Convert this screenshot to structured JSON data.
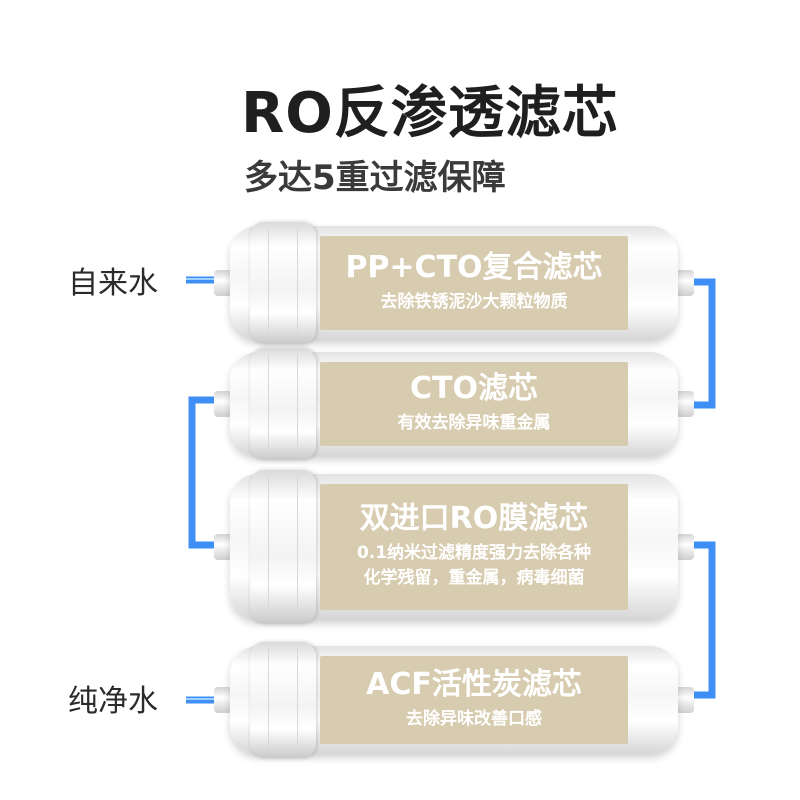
{
  "heading": {
    "title": "RO反渗透滤芯",
    "subtitle": "多达5重过滤保障"
  },
  "flow": {
    "inlet_label": "自来水",
    "outlet_label": "纯净水",
    "pipe_color": "#3d8ff5"
  },
  "colors": {
    "plate": "#d8ccb0"
  },
  "filters": [
    {
      "name": "PP+CTO复合滤芯",
      "desc_lines": [
        "去除铁锈泥沙大颗粒物质"
      ]
    },
    {
      "name": "CTO滤芯",
      "desc_lines": [
        "有效去除异味重金属"
      ]
    },
    {
      "name": "双进口RO膜滤芯",
      "desc_lines": [
        "0.1纳米过滤精度强力去除各种",
        "化学残留，重金属，病毒细菌"
      ]
    },
    {
      "name": "ACF活性炭滤芯",
      "desc_lines": [
        "去除异味改善口感"
      ]
    }
  ]
}
